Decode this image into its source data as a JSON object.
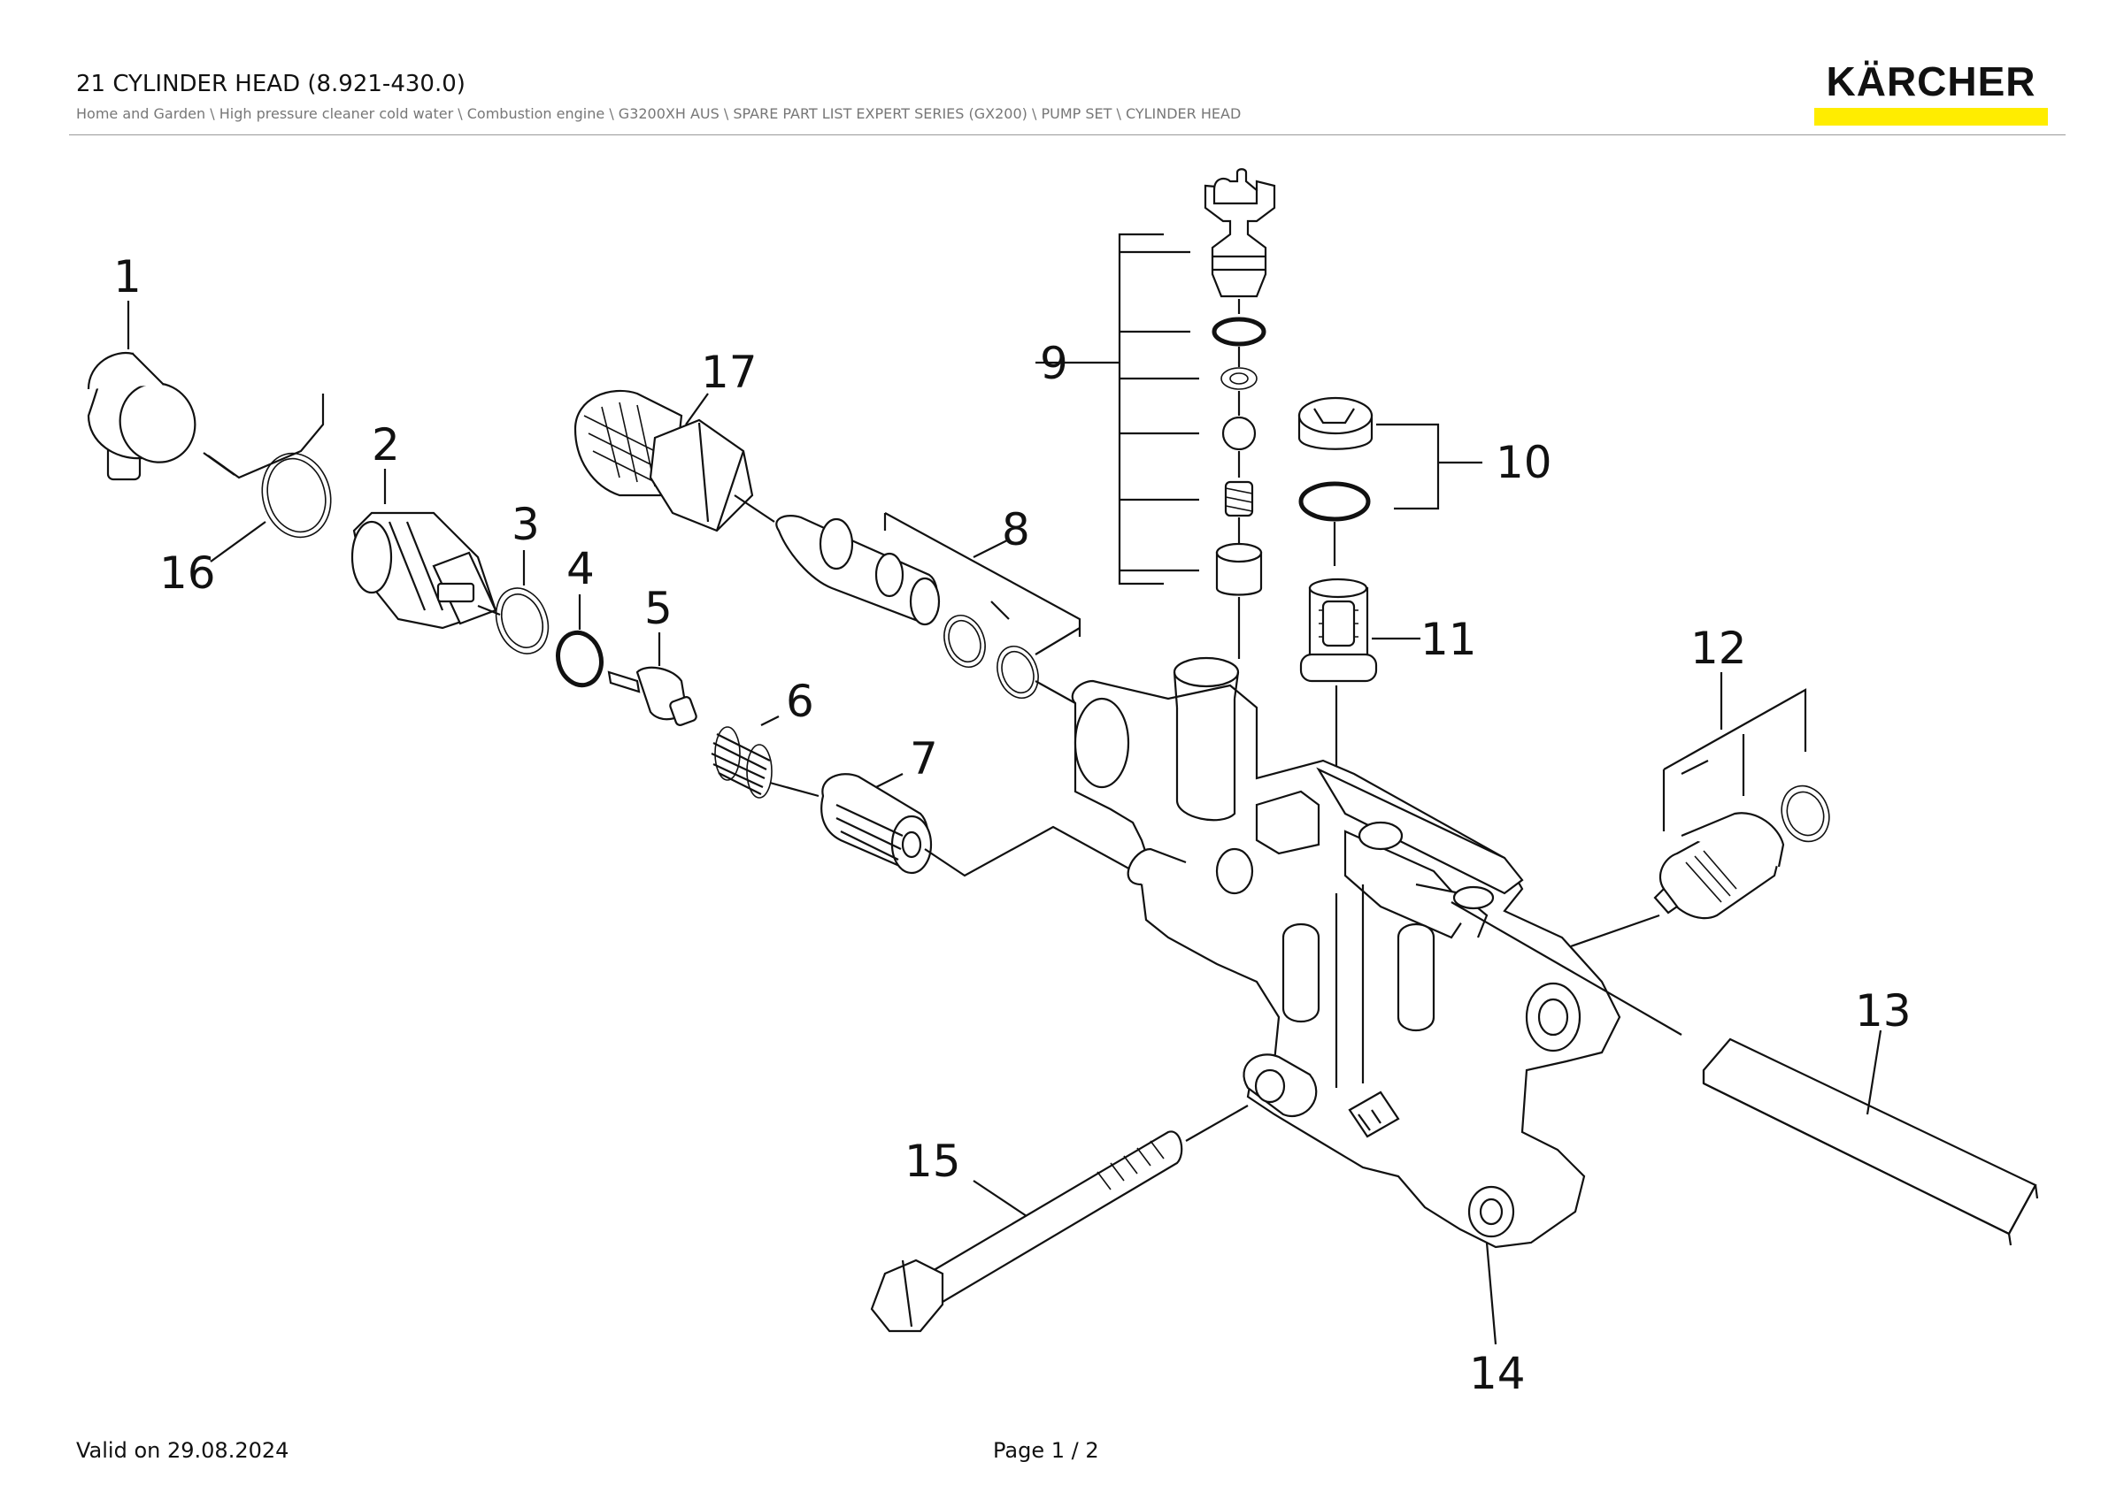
{
  "header": {
    "title": "21 CYLINDER HEAD (8.921-430.0)",
    "breadcrumb": "Home and Garden \\ High pressure cleaner cold water \\ Combustion engine \\ G3200XH AUS \\ SPARE PART LIST EXPERT SERIES (GX200) \\ PUMP SET \\ CYLINDER HEAD"
  },
  "brand": {
    "name": "KÄRCHER",
    "accent_color": "#FFED00"
  },
  "diagram": {
    "callouts": [
      "1",
      "2",
      "3",
      "4",
      "5",
      "6",
      "7",
      "8",
      "9",
      "10",
      "11",
      "12",
      "13",
      "14",
      "15",
      "16",
      "17"
    ]
  },
  "footer": {
    "valid": "Valid on 29.08.2024",
    "page": "Page 1 / 2"
  }
}
